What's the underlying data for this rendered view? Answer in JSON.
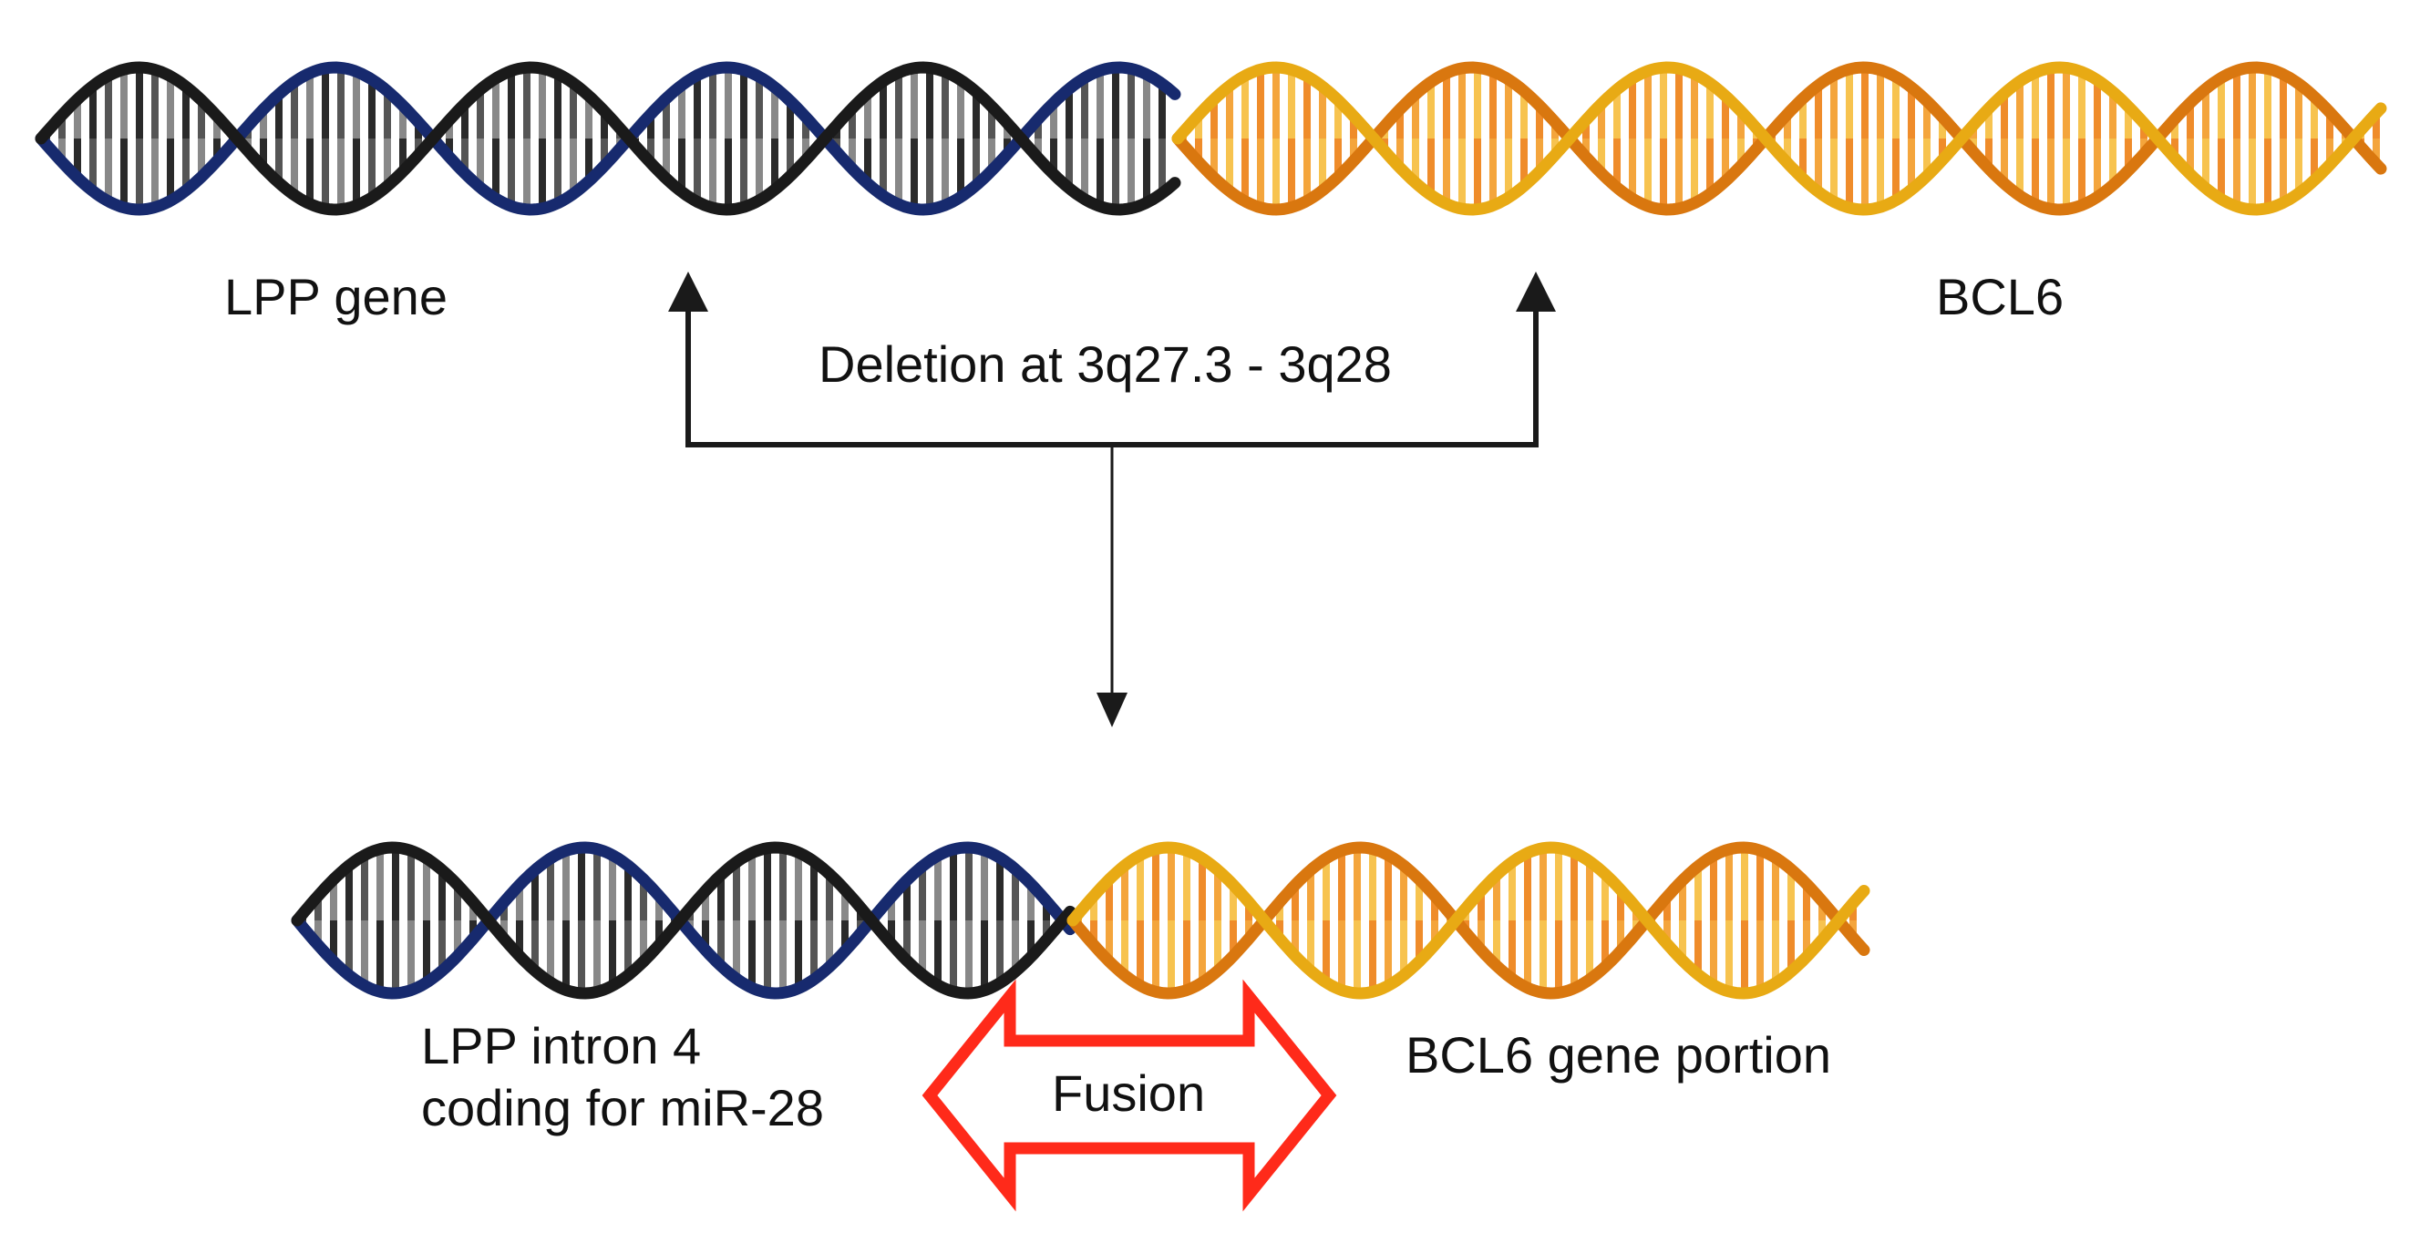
{
  "labels": {
    "lpp_gene": "LPP gene",
    "bcl6": "BCL6",
    "deletion": "Deletion at 3q27.3 - 3q28",
    "lpp_intron_line1": "LPP intron 4",
    "lpp_intron_line2": "coding for miR-28",
    "bcl6_portion": "BCL6 gene portion",
    "fusion": "Fusion"
  },
  "colors": {
    "lpp_strand_dark": "#1a1a1a",
    "lpp_strand_navy": "#172a6e",
    "lpp_rungs": [
      "#2a2a2a",
      "#555555",
      "#888888"
    ],
    "bcl6_strand_gold": "#e8aa14",
    "bcl6_strand_orange": "#d9770f",
    "bcl6_rungs": [
      "#f4a53c",
      "#f7c34f",
      "#ef8c2a"
    ],
    "arrow": "#1a1a1a",
    "fusion_arrow": "#ff2a1a"
  },
  "icons": [
    "dna-helix",
    "up-arrow",
    "down-arrow",
    "double-headed-arrow"
  ]
}
